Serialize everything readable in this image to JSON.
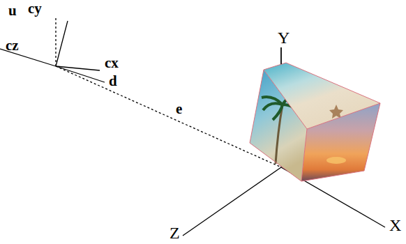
{
  "diagram": {
    "labels": [
      "u",
      "cy",
      "cz",
      "cx",
      "d",
      "e",
      "Y",
      "Z",
      "X"
    ]
  }
}
